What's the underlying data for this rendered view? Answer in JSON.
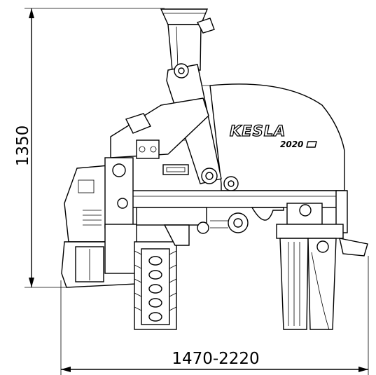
{
  "drawing": {
    "brand_label": "KESLA",
    "model_label": "2020",
    "dimensions": {
      "height": "1350",
      "width": "1470-2220"
    }
  }
}
